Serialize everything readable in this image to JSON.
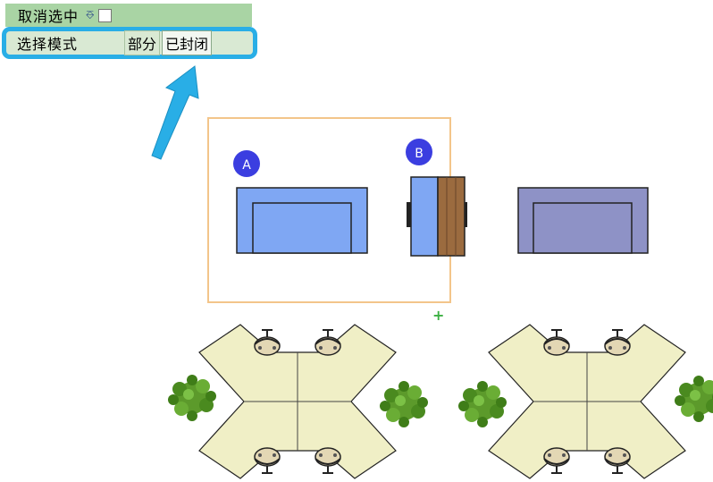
{
  "toolbar": {
    "deselect_label": "取消选中",
    "selection_mode_label": "选择模式",
    "mode_options": [
      "部分",
      "已封闭"
    ],
    "selected_mode": "已封闭"
  },
  "markers": {
    "a": "A",
    "b": "B"
  },
  "icons": {
    "deselect": "swap-arrow-icon",
    "add": "plus-icon"
  },
  "colors": {
    "highlight": "#29aee6",
    "selected_fill": "#7fa7f3",
    "unselected_fill": "#8e92c6",
    "marker": "#3b3ee0",
    "selection_box": "#f3c58a",
    "table_top": "#f0efc6",
    "plant": "#5c9a2b"
  }
}
